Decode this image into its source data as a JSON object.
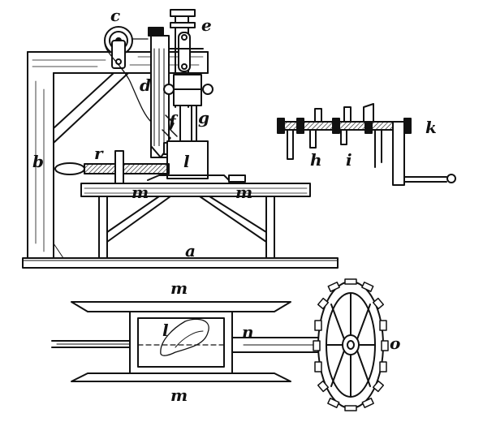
{
  "labels": {
    "a": "a",
    "b": "b",
    "c": "c",
    "d": "d",
    "e": "e",
    "f": "f",
    "g": "g",
    "h": "h",
    "i": "i",
    "k": "k",
    "l_side": "l",
    "l_plan": "l",
    "m_side_left": "m",
    "m_side_right": "m",
    "m_plan_top": "m",
    "m_plan_bottom": "m",
    "n": "n",
    "o": "o",
    "r": "r"
  },
  "colors": {
    "ink": "#111111",
    "paper": "#ffffff"
  }
}
